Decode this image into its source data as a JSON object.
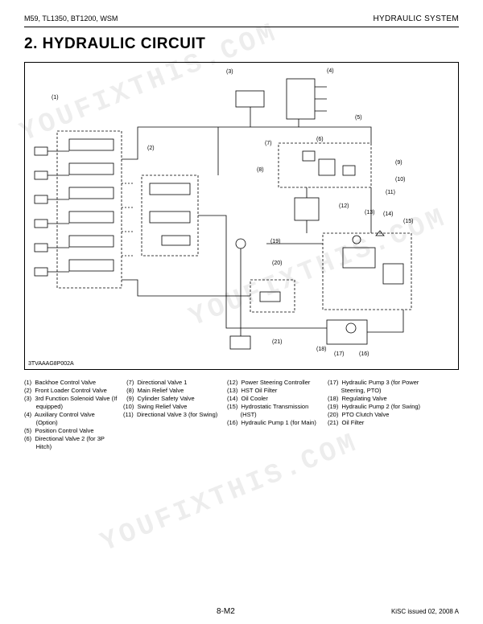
{
  "header": {
    "models": "M59,  TL1350,  BT1200, WSM",
    "section": "HYDRAULIC  SYSTEM"
  },
  "title": "2.  HYDRAULIC  CIRCUIT",
  "figure": {
    "code": "3TVAAAG8P002A",
    "callouts": [
      "(1)",
      "(2)",
      "(3)",
      "(4)",
      "(5)",
      "(6)",
      "(7)",
      "(8)",
      "(9)",
      "(10)",
      "(11)",
      "(12)",
      "(13)",
      "(14)",
      "(15)",
      "(16)",
      "(17)",
      "(18)",
      "(19)",
      "(20)",
      "(21)"
    ]
  },
  "legend": {
    "col1": [
      "(1)  Backhoe Control Valve",
      "(2)  Front Loader Control Valve",
      "(3)  3rd Function Solenoid Valve (If",
      "       equipped)",
      "(4)  Auxiliary Control Valve",
      "       (Option)",
      "(5)  Position Control Valve",
      "(6)  Directional Valve 2 (for 3P",
      "       Hitch)"
    ],
    "col2": [
      "  (7)  Directional Valve 1",
      "  (8)  Main Relief Valve",
      "  (9)  Cylinder Safety Valve",
      "(10)  Swing Relief Valve",
      "(11)  Directional Valve 3 (for Swing)"
    ],
    "col3": [
      "(12)  Power Steering Controller",
      "(13)  HST Oil Filter",
      "(14)  Oil Cooler",
      "(15)  Hydrostatic Transmission",
      "        (HST)",
      "(16)  Hydraulic Pump 1 (for Main)"
    ],
    "col4": [
      "(17)  Hydraulic Pump 3 (for Power",
      "        Steering, PTO)",
      "(18)  Regulating Valve",
      "(19)  Hydraulic Pump 2 (for Swing)",
      "(20)  PTO Clutch Valve",
      "(21)  Oil Filter"
    ]
  },
  "watermark": "YOUFIXTHIS.COM",
  "footer": {
    "page": "8-M2",
    "issued": "KiSC issued 02, 2008 A"
  }
}
